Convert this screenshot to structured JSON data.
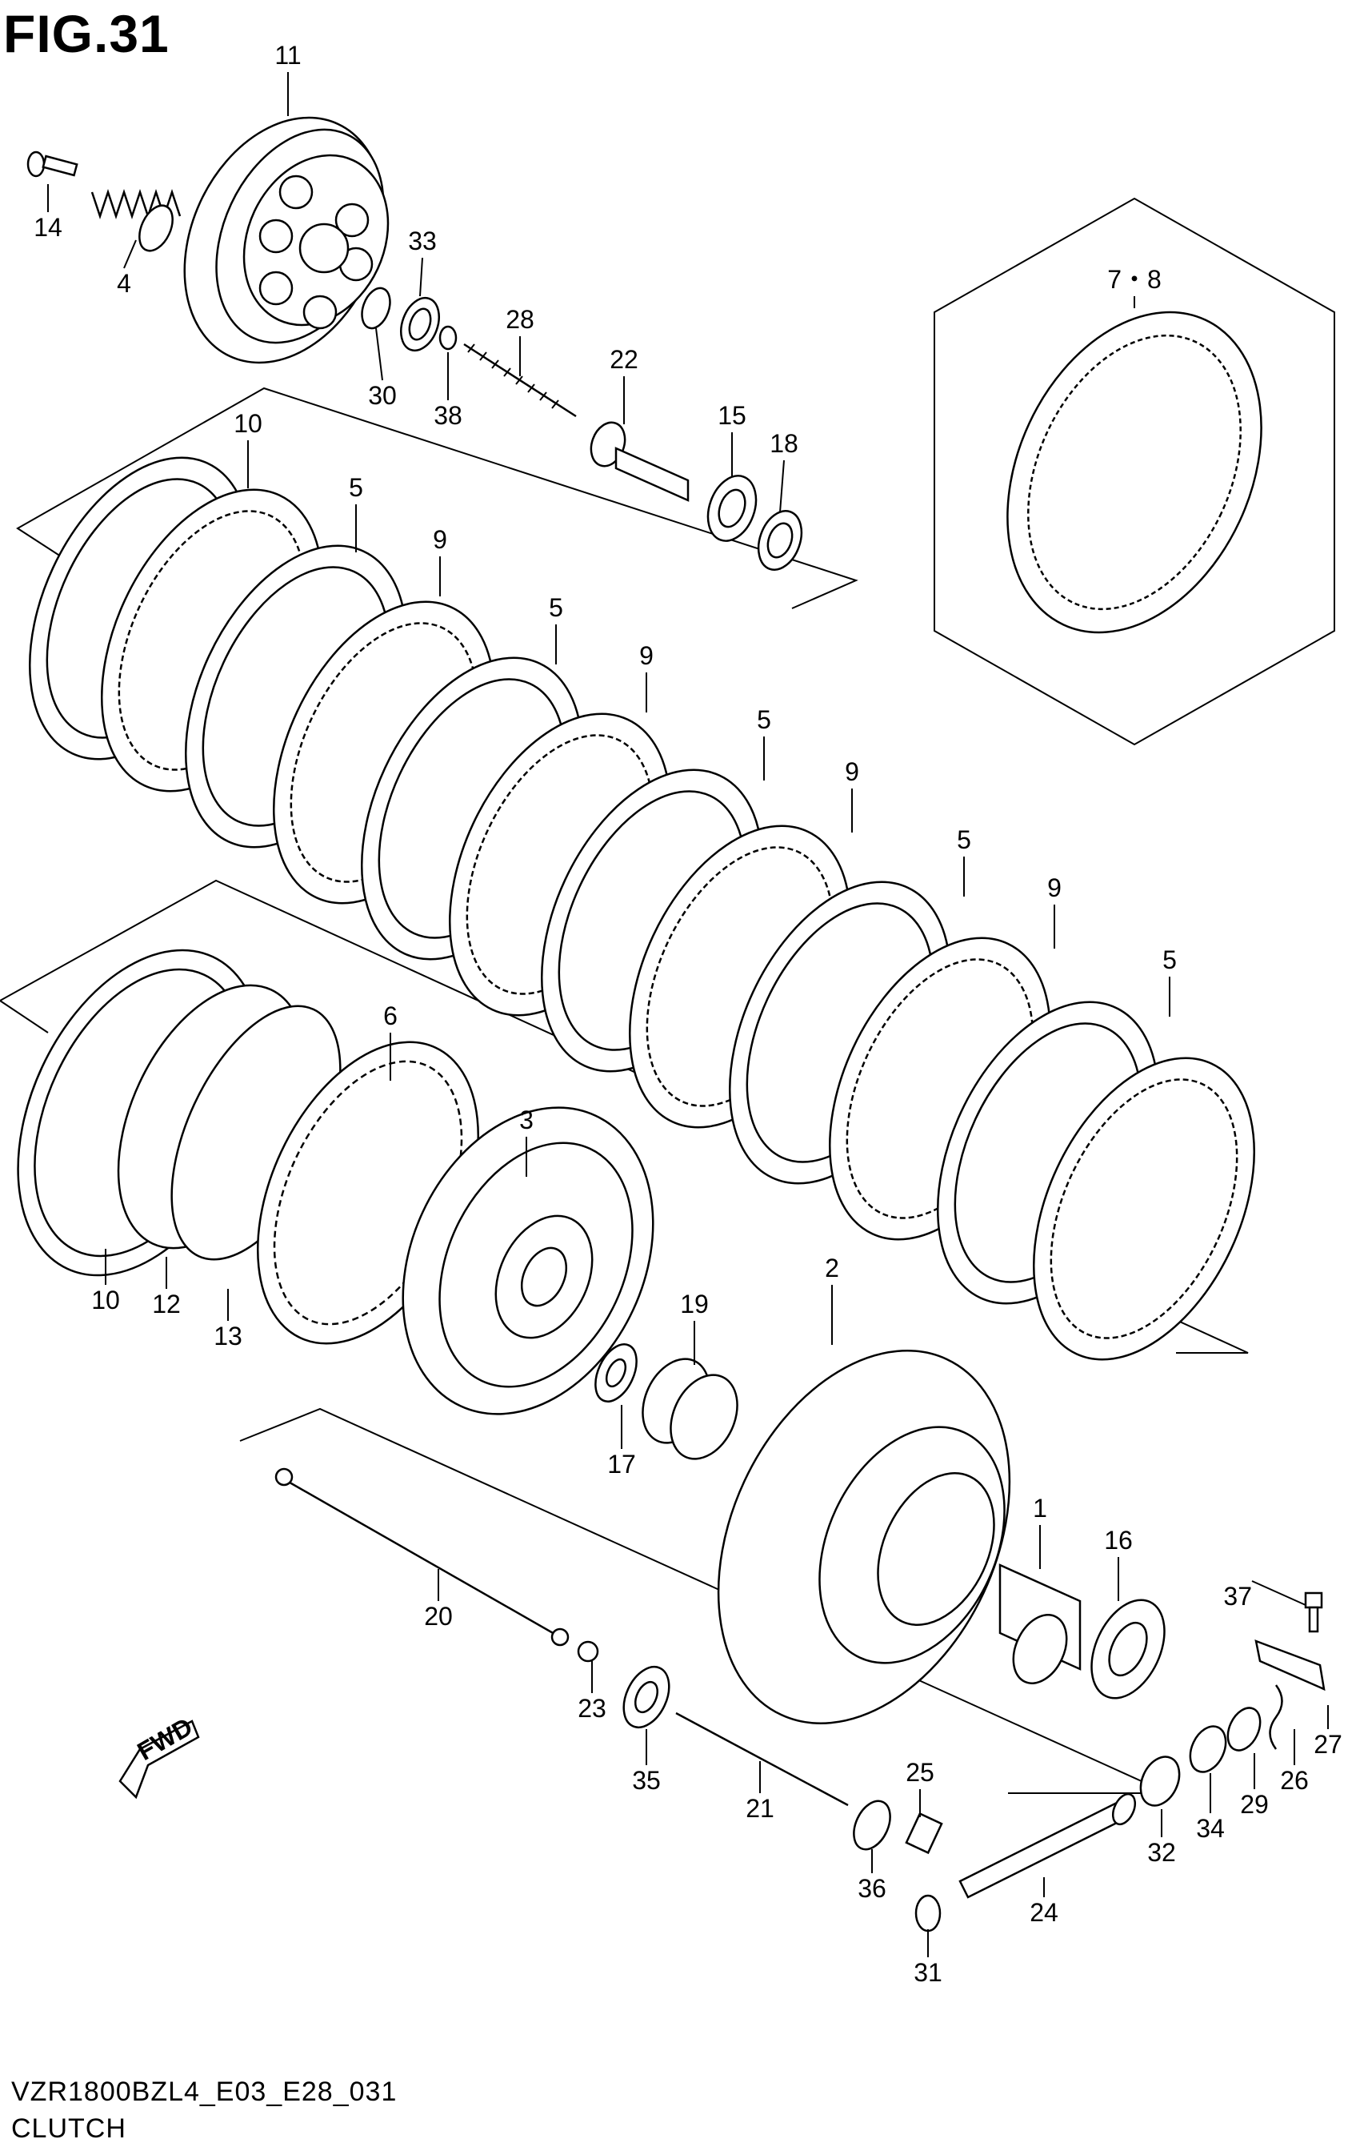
{
  "figure": {
    "title": "FIG.31",
    "model_code": "VZR1800BZL4_E03_E28_031",
    "name": "CLUTCH",
    "fwd_label": "FWD"
  },
  "parts": [
    {
      "key": "p11",
      "label": "11"
    },
    {
      "key": "p14",
      "label": "14"
    },
    {
      "key": "p4",
      "label": "4"
    },
    {
      "key": "p33",
      "label": "33"
    },
    {
      "key": "p30",
      "label": "30"
    },
    {
      "key": "p38",
      "label": "38"
    },
    {
      "key": "p28",
      "label": "28"
    },
    {
      "key": "p22",
      "label": "22"
    },
    {
      "key": "p15",
      "label": "15"
    },
    {
      "key": "p18",
      "label": "18"
    },
    {
      "key": "p78",
      "label": "7・8"
    },
    {
      "key": "p10a",
      "label": "10"
    },
    {
      "key": "p5a",
      "label": "5"
    },
    {
      "key": "p9a",
      "label": "9"
    },
    {
      "key": "p5b",
      "label": "5"
    },
    {
      "key": "p9b",
      "label": "9"
    },
    {
      "key": "p5c",
      "label": "5"
    },
    {
      "key": "p9c",
      "label": "9"
    },
    {
      "key": "p5d",
      "label": "5"
    },
    {
      "key": "p9d",
      "label": "9"
    },
    {
      "key": "p5e",
      "label": "5"
    },
    {
      "key": "p6",
      "label": "6"
    },
    {
      "key": "p3",
      "label": "3"
    },
    {
      "key": "p10b",
      "label": "10"
    },
    {
      "key": "p12",
      "label": "12"
    },
    {
      "key": "p13",
      "label": "13"
    },
    {
      "key": "p19",
      "label": "19"
    },
    {
      "key": "p17",
      "label": "17"
    },
    {
      "key": "p2",
      "label": "2"
    },
    {
      "key": "p1",
      "label": "1"
    },
    {
      "key": "p16",
      "label": "16"
    },
    {
      "key": "p20",
      "label": "20"
    },
    {
      "key": "p37",
      "label": "37"
    },
    {
      "key": "p23",
      "label": "23"
    },
    {
      "key": "p35",
      "label": "35"
    },
    {
      "key": "p21",
      "label": "21"
    },
    {
      "key": "p25",
      "label": "25"
    },
    {
      "key": "p36",
      "label": "36"
    },
    {
      "key": "p24",
      "label": "24"
    },
    {
      "key": "p31",
      "label": "31"
    },
    {
      "key": "p32",
      "label": "32"
    },
    {
      "key": "p34",
      "label": "34"
    },
    {
      "key": "p29",
      "label": "29"
    },
    {
      "key": "p26",
      "label": "26"
    },
    {
      "key": "p27",
      "label": "27"
    }
  ]
}
